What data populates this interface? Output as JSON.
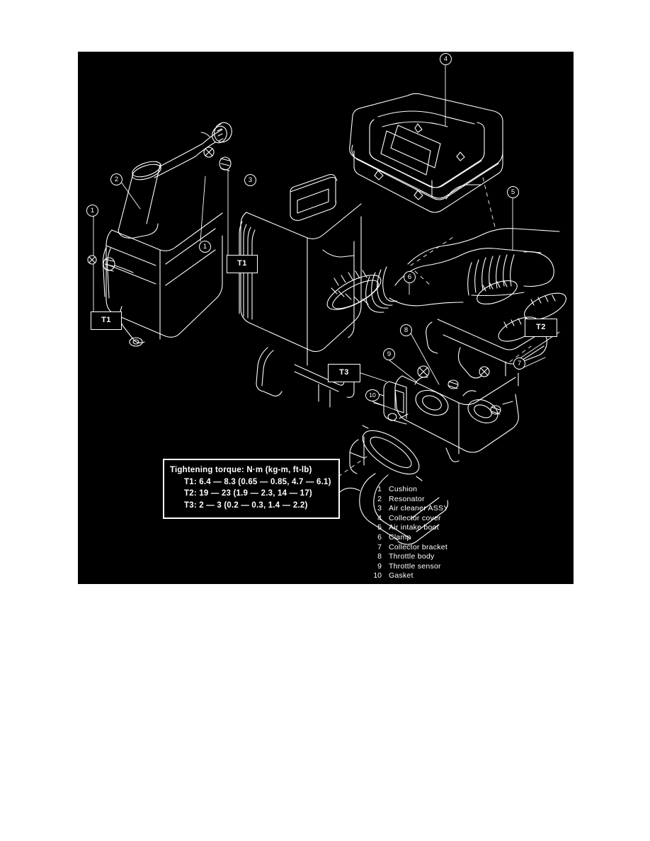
{
  "figure": {
    "title": "Air inlet system exploded view",
    "panel_bg": "#000000",
    "line_color": "#ffffff"
  },
  "torque": {
    "heading": "Tightening torque:  N·m (kg-m, ft-lb)",
    "lines": [
      "T1: 6.4 — 8.3 (0.65 — 0.85, 4.7 — 6.1)",
      "T2: 19 — 23 (1.9 — 2.3, 14 — 17)",
      "T3: 2 — 3 (0.2 — 0.3, 1.4 — 2.2)"
    ]
  },
  "legend": {
    "items": [
      {
        "num": "1",
        "label": "Cushion"
      },
      {
        "num": "2",
        "label": "Resonator"
      },
      {
        "num": "3",
        "label": "Air cleaner ASSY"
      },
      {
        "num": "4",
        "label": "Collector cover"
      },
      {
        "num": "5",
        "label": "Air intake boot"
      },
      {
        "num": "6",
        "label": "Clamp"
      },
      {
        "num": "7",
        "label": "Collector bracket"
      },
      {
        "num": "8",
        "label": "Throttle body"
      },
      {
        "num": "9",
        "label": "Throttle sensor"
      },
      {
        "num": "10",
        "label": "Gasket"
      }
    ]
  },
  "callouts": [
    {
      "id": "callout-1-left",
      "text": "1"
    },
    {
      "id": "callout-2",
      "text": "2"
    },
    {
      "id": "callout-1-center",
      "text": "1"
    },
    {
      "id": "callout-3",
      "text": "3"
    },
    {
      "id": "callout-4",
      "text": "4"
    },
    {
      "id": "callout-5",
      "text": "5"
    },
    {
      "id": "callout-6",
      "text": "6"
    },
    {
      "id": "callout-7",
      "text": "7"
    },
    {
      "id": "callout-8",
      "text": "8"
    },
    {
      "id": "callout-9",
      "text": "9"
    },
    {
      "id": "callout-10",
      "text": "10"
    }
  ],
  "torque_refs": [
    {
      "id": "tbox-t1-lower-left",
      "text": "T1"
    },
    {
      "id": "tbox-t1-center",
      "text": "T1"
    },
    {
      "id": "tbox-t2",
      "text": "T2"
    },
    {
      "id": "tbox-t3",
      "text": "T3"
    }
  ]
}
